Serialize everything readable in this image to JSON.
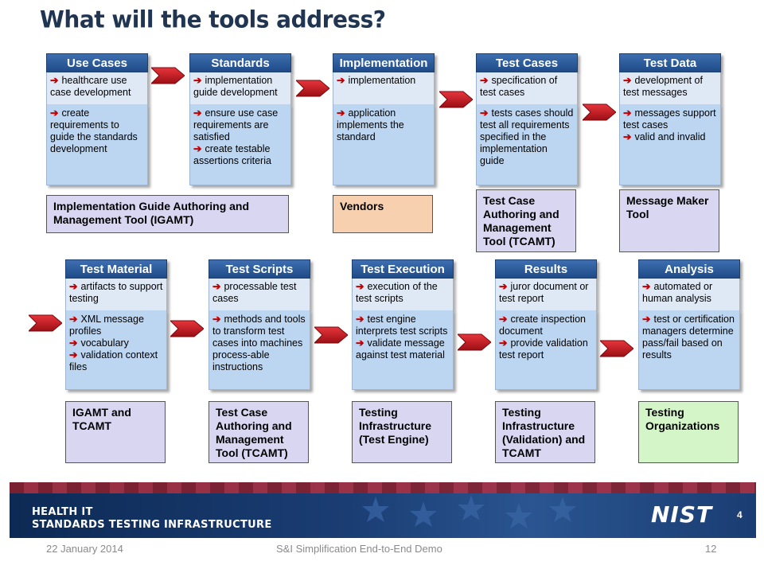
{
  "title": "What will the tools address?",
  "row1": [
    {
      "header": "Use Cases",
      "top": [
        "healthcare use case development"
      ],
      "bottom": [
        "create requirements to guide the standards development"
      ]
    },
    {
      "header": "Standards",
      "top": [
        "implementation guide development"
      ],
      "bottom": [
        "ensure use case requirements are satisfied",
        "create testable assertions criteria"
      ]
    },
    {
      "header": "Implementation",
      "top": [
        "implementation"
      ],
      "bottom": [
        "application implements the standard"
      ]
    },
    {
      "header": "Test Cases",
      "top": [
        "specification of test cases"
      ],
      "bottom": [
        "tests cases should test all requirements specified in the implementation guide"
      ]
    },
    {
      "header": "Test Data",
      "top": [
        "development of test messages"
      ],
      "bottom": [
        "messages support test cases",
        "valid and invalid"
      ]
    }
  ],
  "row1_tools": {
    "igamt": "Implementation Guide Authoring and Management Tool (IGAMT)",
    "vendors": "Vendors",
    "tcamt": "Test Case Authoring and Management Tool (TCAMT)",
    "message_maker": "Message Maker Tool"
  },
  "row2": [
    {
      "header": "Test Material",
      "top": [
        "artifacts to support testing"
      ],
      "bottom": [
        "XML message profiles",
        "vocabulary",
        "validation context files"
      ]
    },
    {
      "header": "Test Scripts",
      "top": [
        "processable test cases"
      ],
      "bottom": [
        "methods and tools to transform test cases into machines process-able instructions"
      ]
    },
    {
      "header": "Test Execution",
      "top": [
        "execution of the test scripts"
      ],
      "bottom": [
        "test engine interprets test scripts",
        "validate message against test material"
      ]
    },
    {
      "header": "Results",
      "top": [
        "juror document or test report"
      ],
      "bottom": [
        "create inspection document",
        "provide validation test report"
      ]
    },
    {
      "header": "Analysis",
      "top": [
        "automated or human analysis"
      ],
      "bottom": [
        "test or certification managers determine pass/fail based on results"
      ]
    }
  ],
  "row2_tools": [
    "IGAMT and TCAMT",
    "Test Case Authoring and Management Tool (TCAMT)",
    "Testing Infrastructure (Test Engine)",
    "Testing Infrastructure (Validation) and TCAMT",
    "Testing Organizations"
  ],
  "banner": {
    "line1": "HEALTH IT",
    "line2": "STANDARDS TESTING INFRASTRUCTURE",
    "logo": "NIST",
    "number": "4"
  },
  "footer": {
    "date": "22 January 2014",
    "center": "S&I Simplification End-to-End Demo",
    "page": "12"
  },
  "colors": {
    "header_blue": "#1f4b88",
    "arrow_red": "#c00000",
    "tool_lavender": "#d9d6f2",
    "tool_peach": "#f7d0b0",
    "tool_green": "#d4f5c8"
  }
}
